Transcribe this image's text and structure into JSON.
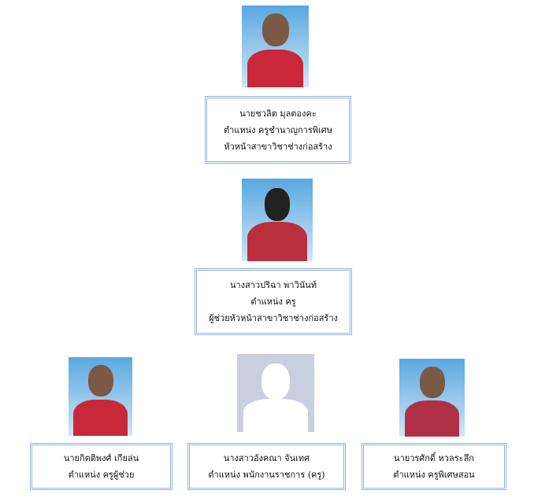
{
  "people": [
    {
      "name": "นายชวลิต มุลตองคะ",
      "position": "ตำแหน่ง ครูชำนาญการพิเศษ",
      "role": "หัวหน้าสาขาวิชาช่างก่อสร้าง"
    },
    {
      "name": "นางสาวปริฉา พาวินันท์",
      "position": "ตำแหน่ง ครู",
      "role": "ผู้ช่วยหัวหน้าสาขาวิชาช่างก่อสร้าง"
    },
    {
      "name": "นายกิตติพงศ์ เกียล่น",
      "position": "ตำแหน่ง ครูผู้ช่วย"
    },
    {
      "name": "นางสาวอังคณา จันเทศ",
      "position": "ตำแหน่ง พนักงานราชการ (ครู)"
    },
    {
      "name": "นายวรศักดิ์ หวลระลึก",
      "position": "ตำแหน่ง ครูพิเศษสอน"
    }
  ]
}
